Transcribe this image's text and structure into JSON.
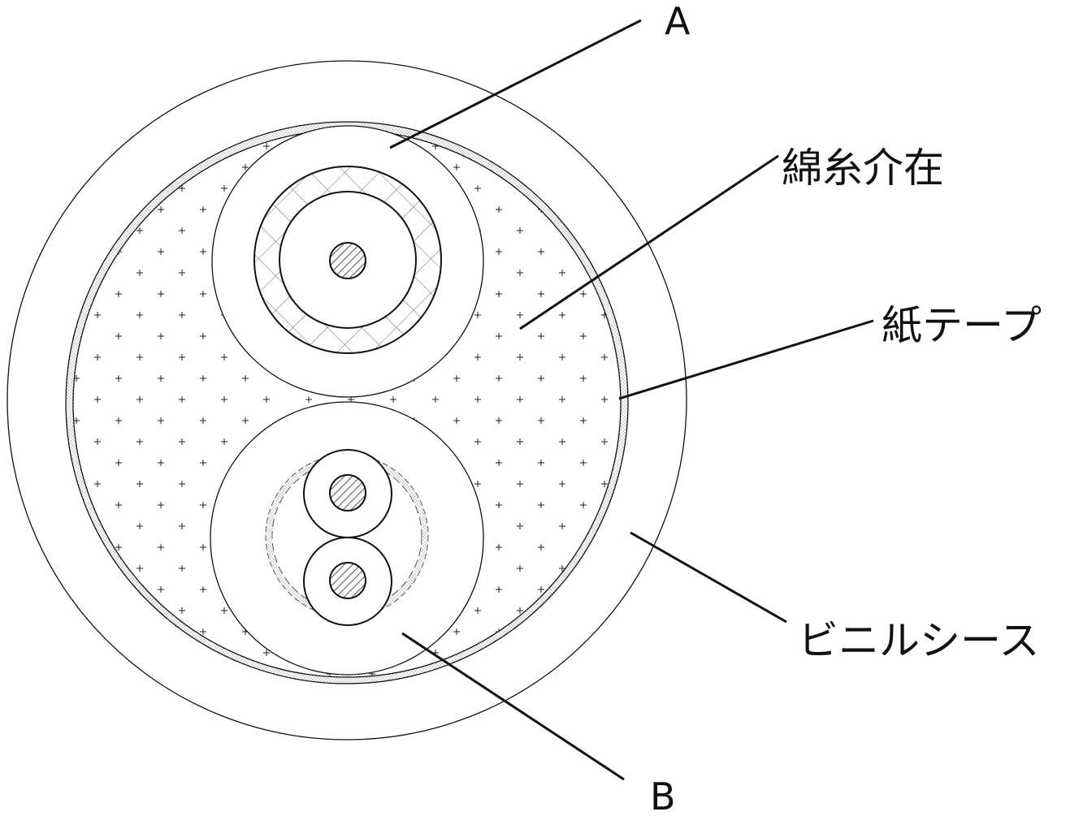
{
  "labels": {
    "a": "A",
    "b": "B",
    "cotton_filler": "綿糸介在",
    "paper_tape": "紙テープ",
    "vinyl_sheath": "ビニルシース"
  },
  "colors": {
    "line": "#111111",
    "conductor_hatch": "#555555",
    "braid_hatch": "#666666",
    "filler_mark": "#222222",
    "dotted_layer": "#777777",
    "background": "#ffffff"
  }
}
